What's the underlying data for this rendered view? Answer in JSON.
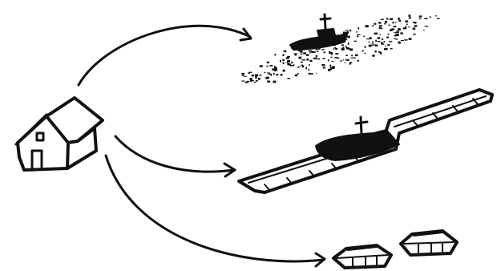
{
  "diagram": {
    "style": "hand-drawn ink sketch",
    "ink_color": "#111111",
    "background_color": "#ffffff",
    "nodes": [
      {
        "id": "house",
        "icon": "house-icon"
      },
      {
        "id": "speckled-cloud-with-flag",
        "icon": "dotted-cloud-flag-icon"
      },
      {
        "id": "long-ramp-with-flag",
        "icon": "ramp-flag-icon"
      },
      {
        "id": "two-small-platforms",
        "icon": "platforms-icon"
      }
    ],
    "edges": [
      {
        "from": "house",
        "to": "speckled-cloud-with-flag"
      },
      {
        "from": "house",
        "to": "long-ramp-with-flag"
      },
      {
        "from": "house",
        "to": "two-small-platforms"
      }
    ]
  }
}
